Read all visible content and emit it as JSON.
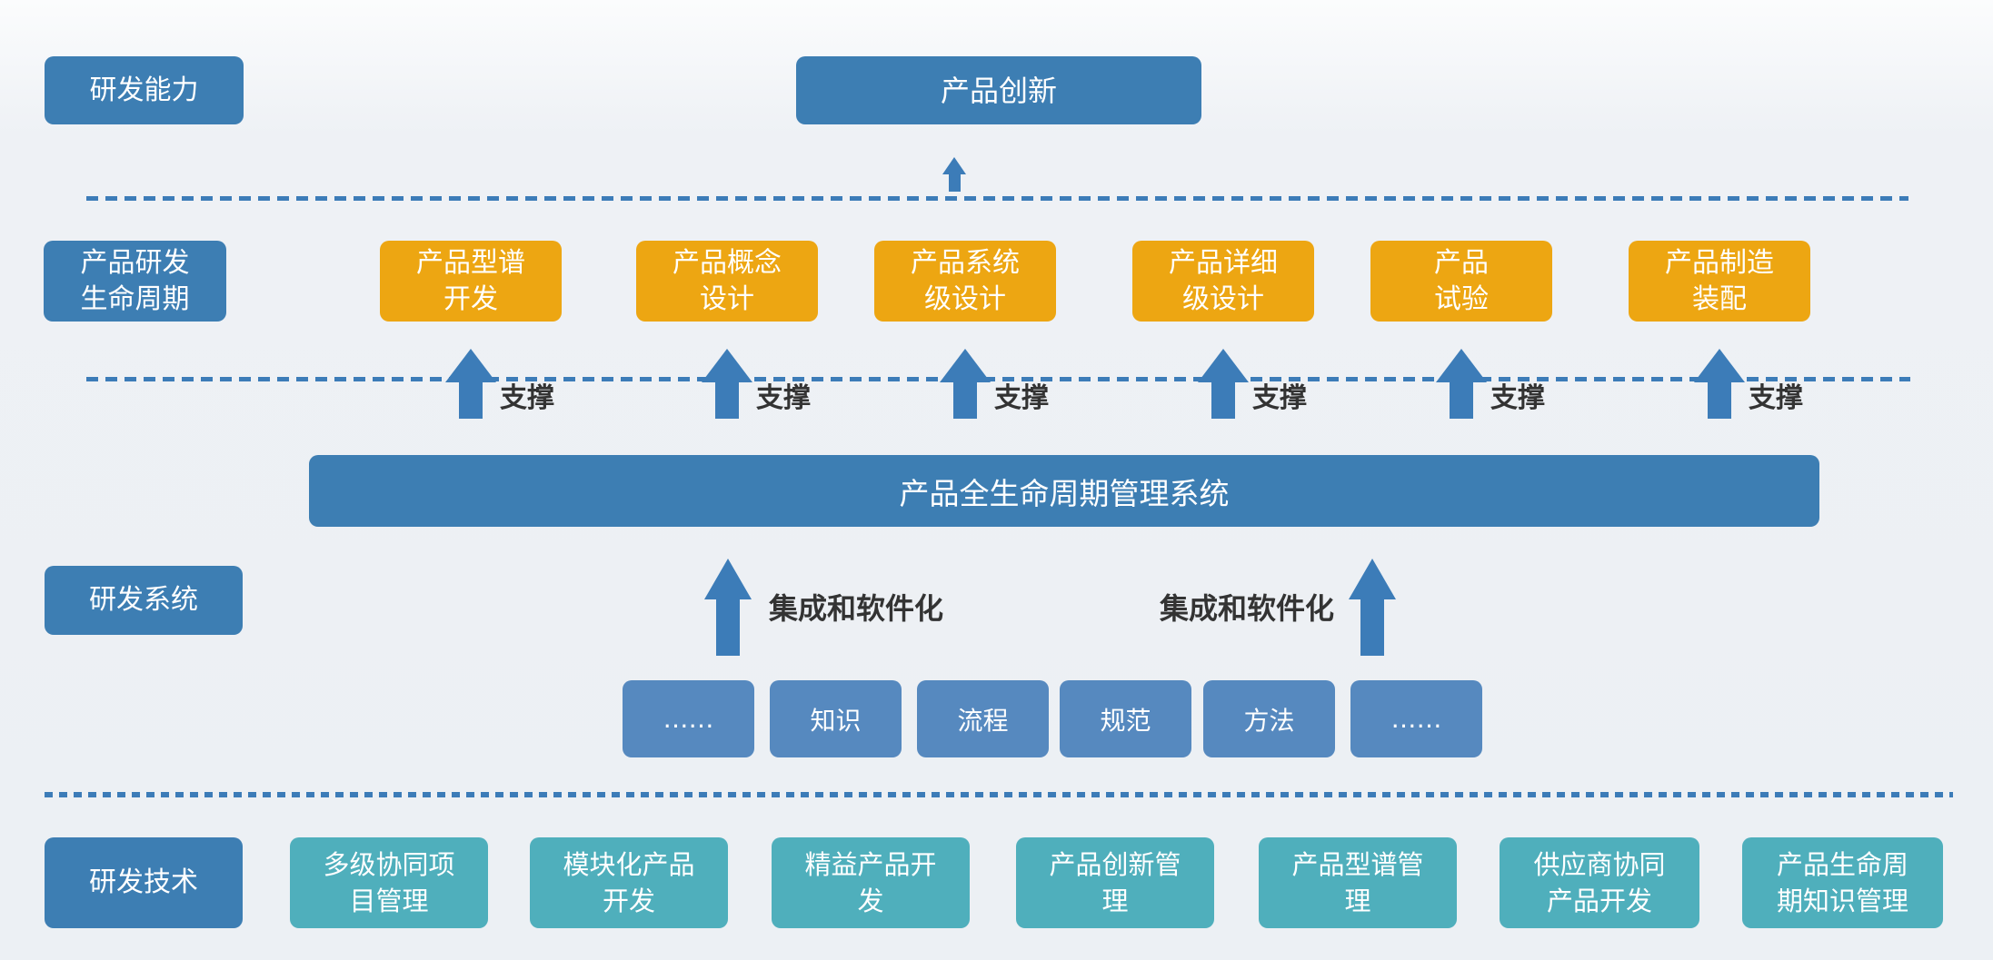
{
  "colors": {
    "primary_blue": "#3d7eb3",
    "accent_orange": "#eda612",
    "light_blue": "#5689bf",
    "teal": "#4fafbc",
    "arrow_and_line_blue": "#3c7cb8",
    "dark_text": "#333333",
    "background": "#edf1f5"
  },
  "capability_row": {
    "side_label": "研发能力",
    "main_box": "产品创新"
  },
  "lifecycle_row": {
    "side_label": "产品研发\n生命周期",
    "stages": [
      {
        "text": "产品型谱\n开发"
      },
      {
        "text": "产品概念\n设计"
      },
      {
        "text": "产品系统\n级设计"
      },
      {
        "text": "产品详细\n级设计"
      },
      {
        "text": "产品\n试验"
      },
      {
        "text": "产品制造\n装配"
      }
    ],
    "support_label": "支撑"
  },
  "system_row": {
    "side_label": "研发系统",
    "platform_bar": "产品全生命周期管理系统",
    "integration_label": "集成和软件化",
    "element_boxes": [
      "……",
      "知识",
      "流程",
      "规范",
      "方法",
      "……"
    ]
  },
  "technology_row": {
    "side_label": "研发技术",
    "items": [
      "多级协同项\n目管理",
      "模块化产品\n开发",
      "精益产品开\n发",
      "产品创新管\n理",
      "产品型谱管\n理",
      "供应商协同\n产品开发",
      "产品生命周\n期知识管理"
    ]
  }
}
